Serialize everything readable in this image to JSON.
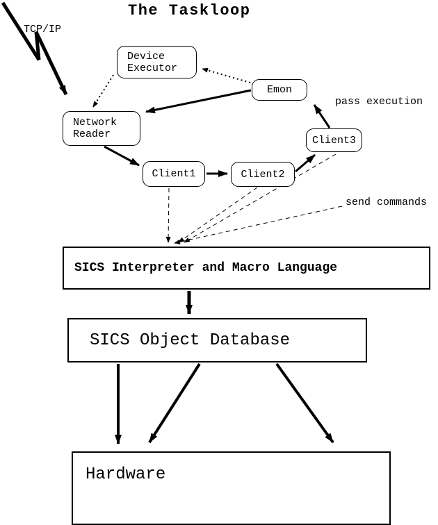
{
  "title": "The Taskloop",
  "labels": {
    "tcpip": "TCP/IP",
    "pass_execution": "pass execution",
    "send_commands": "send commands"
  },
  "nodes": {
    "device_executor": {
      "line1": "Device",
      "line2": "Executor"
    },
    "emon": {
      "label": "Emon"
    },
    "network_reader": {
      "line1": "Network",
      "line2": "Reader"
    },
    "client1": {
      "label": "Client1"
    },
    "client2": {
      "label": "Client2"
    },
    "client3": {
      "label": "Client3"
    }
  },
  "boxes": {
    "interpreter": {
      "label": "SICS Interpreter and Macro Language"
    },
    "database": {
      "label": "SICS Object Database"
    },
    "hardware": {
      "label": "Hardware"
    }
  },
  "colors": {
    "ink": "#000000",
    "background": "#ffffff"
  }
}
